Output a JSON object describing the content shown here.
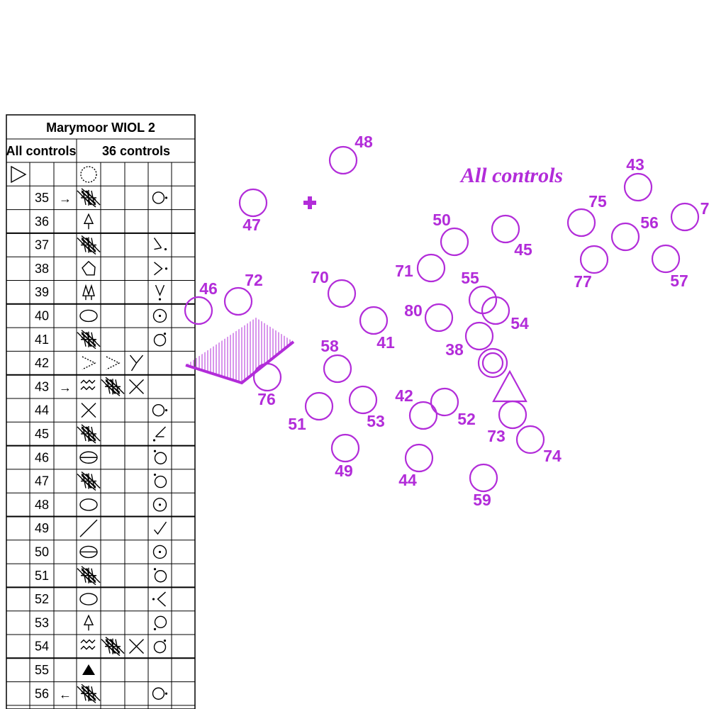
{
  "course_label": "All controls",
  "description_sheet": {
    "event_title": "Marymoor WIOL 2",
    "course_name": "All controls",
    "control_count": "36 controls",
    "rows": [
      {
        "code": "35",
        "arrow": "→",
        "feature": "rough-open",
        "extra": [],
        "position": "circle-right-dot"
      },
      {
        "code": "36",
        "arrow": "",
        "feature": "tree",
        "extra": [],
        "position": ""
      },
      {
        "code": "37",
        "arrow": "",
        "feature": "rough-open",
        "extra": [],
        "position": "angle-east"
      },
      {
        "code": "38",
        "arrow": "",
        "feature": "boulder-shape",
        "extra": [],
        "position": "angle-right"
      },
      {
        "code": "39",
        "arrow": "",
        "feature": "tree-group",
        "extra": [],
        "position": "angle-down"
      },
      {
        "code": "40",
        "arrow": "",
        "feature": "ellipse",
        "extra": [],
        "position": "circle-center-dot"
      },
      {
        "code": "41",
        "arrow": "",
        "feature": "rough-open",
        "extra": [],
        "position": "circle-top-right"
      },
      {
        "code": "42",
        "arrow": "",
        "feature": "angle-dotted",
        "extra": [
          "angle-dotted",
          "fork"
        ],
        "position": ""
      },
      {
        "code": "43",
        "arrow": "→",
        "feature": "stony",
        "extra": [
          "rough-open",
          "cross"
        ],
        "position": ""
      },
      {
        "code": "44",
        "arrow": "",
        "feature": "cross",
        "extra": [],
        "position": "circle-right-dot"
      },
      {
        "code": "45",
        "arrow": "",
        "feature": "rough-open",
        "extra": [],
        "position": "angle-southwest"
      },
      {
        "code": "46",
        "arrow": "",
        "feature": "ellipse-line",
        "extra": [],
        "position": "circle-top-left"
      },
      {
        "code": "47",
        "arrow": "",
        "feature": "rough-open",
        "extra": [],
        "position": "circle-top-left"
      },
      {
        "code": "48",
        "arrow": "",
        "feature": "ellipse",
        "extra": [],
        "position": "circle-center-dot"
      },
      {
        "code": "49",
        "arrow": "",
        "feature": "slash",
        "extra": [],
        "position": "check"
      },
      {
        "code": "50",
        "arrow": "",
        "feature": "ellipse-line",
        "extra": [],
        "position": "circle-center-dot"
      },
      {
        "code": "51",
        "arrow": "",
        "feature": "rough-open",
        "extra": [],
        "position": "circle-top-left"
      },
      {
        "code": "52",
        "arrow": "",
        "feature": "ellipse",
        "extra": [],
        "position": "angle-left"
      },
      {
        "code": "53",
        "arrow": "",
        "feature": "tree",
        "extra": [],
        "position": "circle-bottom-left"
      },
      {
        "code": "54",
        "arrow": "",
        "feature": "stony",
        "extra": [
          "rough-open",
          "cross"
        ],
        "position": "circle-top-right"
      },
      {
        "code": "55",
        "arrow": "",
        "feature": "triangle-filled",
        "extra": [],
        "position": ""
      },
      {
        "code": "56",
        "arrow": "←",
        "feature": "rough-open",
        "extra": [],
        "position": "circle-right-dot"
      }
    ]
  },
  "controls": [
    {
      "label": "48"
    },
    {
      "label": "47"
    },
    {
      "label": "50"
    },
    {
      "label": "45"
    },
    {
      "label": "43"
    },
    {
      "label": "75"
    },
    {
      "label": "56"
    },
    {
      "label": "7"
    },
    {
      "label": "57"
    },
    {
      "label": "77"
    },
    {
      "label": "71"
    },
    {
      "label": "70"
    },
    {
      "label": "55"
    },
    {
      "label": "54"
    },
    {
      "label": "46"
    },
    {
      "label": "72"
    },
    {
      "label": "80"
    },
    {
      "label": "41"
    },
    {
      "label": "38"
    },
    {
      "label": "58"
    },
    {
      "label": "76"
    },
    {
      "label": "42"
    },
    {
      "label": "52"
    },
    {
      "label": "51"
    },
    {
      "label": "53"
    },
    {
      "label": "73"
    },
    {
      "label": "74"
    },
    {
      "label": "49"
    },
    {
      "label": "44"
    },
    {
      "label": "59"
    }
  ],
  "colors": {
    "course_purple": "#b22cd9",
    "ink": "#000000",
    "paper": "#ffffff"
  }
}
